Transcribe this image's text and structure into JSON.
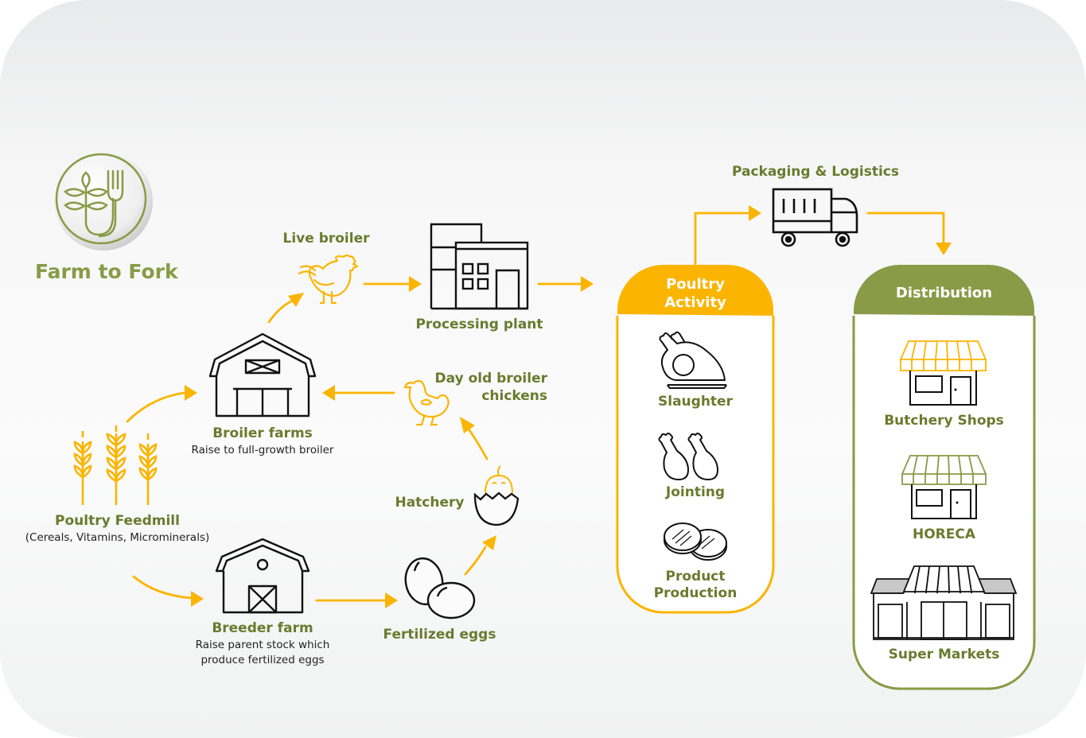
{
  "title": "Farm to Fork",
  "colors": {
    "accent_yellow": "#fbb400",
    "brand_green": "#8a9a46",
    "label_green": "#6b7a2e",
    "icon_black": "#111111"
  },
  "nodes": {
    "feedmill": {
      "label": "Poultry Feedmill",
      "sub": "(Cereals, Vitamins, Microminerals)",
      "icon": "wheat-icon"
    },
    "broiler_farms": {
      "label": "Broiler farms",
      "sub": "Raise to full-growth broiler",
      "icon": "barn-icon"
    },
    "breeder_farm": {
      "label": "Breeder farm",
      "sub1": "Raise parent stock which",
      "sub2": "produce fertilized eggs",
      "icon": "barn-icon"
    },
    "fertilized_eggs": {
      "label": "Fertilized eggs",
      "icon": "eggs-icon"
    },
    "hatchery": {
      "label": "Hatchery",
      "icon": "hatching-chick-icon"
    },
    "day_old": {
      "label1": "Day old broiler",
      "label2": "chickens",
      "icon": "chick-icon"
    },
    "live_broiler": {
      "label": "Live broiler",
      "icon": "rooster-icon"
    },
    "processing_plant": {
      "label": "Processing plant",
      "icon": "factory-icon"
    },
    "packaging": {
      "label": "Packaging & Logistics",
      "icon": "truck-icon"
    }
  },
  "poultry_activity": {
    "header1": "Poultry",
    "header2": "Activity",
    "items": [
      {
        "label": "Slaughter",
        "icon": "whole-chicken-icon"
      },
      {
        "label": "Jointing",
        "icon": "drumsticks-icon"
      },
      {
        "label1": "Product",
        "label2": "Production",
        "icon": "patties-icon"
      }
    ]
  },
  "distribution": {
    "header": "Distribution",
    "items": [
      {
        "label": "Butchery Shops",
        "icon": "shop-icon"
      },
      {
        "label": "HORECA",
        "icon": "shop-icon"
      },
      {
        "label": "Super Markets",
        "icon": "supermarket-icon"
      }
    ]
  },
  "flow": [
    "Poultry Feedmill -> Broiler farms",
    "Poultry Feedmill -> Breeder farm",
    "Breeder farm -> Fertilized eggs",
    "Fertilized eggs -> Hatchery",
    "Hatchery -> Day old broiler chickens",
    "Day old broiler chickens -> Broiler farms",
    "Broiler farms -> Live broiler",
    "Live broiler -> Processing plant",
    "Processing plant -> Poultry Activity",
    "Poultry Activity -> Packaging & Logistics",
    "Packaging & Logistics -> Distribution"
  ]
}
